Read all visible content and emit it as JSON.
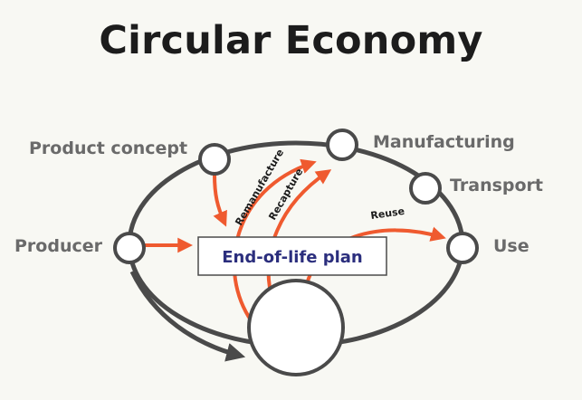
{
  "title": "Circular Economy",
  "nodes": {
    "product_concept": "Product concept",
    "manufacturing": "Manufacturing",
    "transport": "Transport",
    "producer": "Producer",
    "use": "Use"
  },
  "center_box": "End-of-life plan",
  "flows": {
    "remanufacture": "Remanufacture",
    "recapture": "Recapture",
    "reuse": "Reuse"
  },
  "colors": {
    "cycle": "#4a4a4a",
    "flow": "#ef5a2f",
    "box_text": "#2b2e7d",
    "label": "#6a6a6a"
  }
}
